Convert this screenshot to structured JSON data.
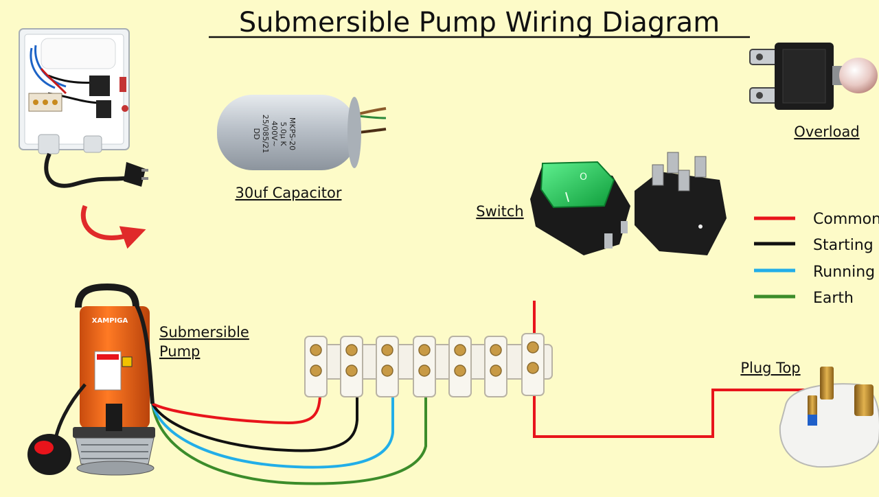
{
  "title": "Submersible Pump Wiring Diagram",
  "labels": {
    "capacitor": "30uf Capacitor",
    "overload": "Overload",
    "switch": "Switch",
    "pump_line1": "Submersible",
    "pump_line2": "Pump",
    "plug": "Plug Top"
  },
  "capacitor_print": [
    "MKPS-20",
    "5.0µ K",
    "400V~",
    "25/085/21",
    "DD"
  ],
  "pump_brand": "XAMPIGA",
  "legend": [
    {
      "label": "Common",
      "color": "#E8141B"
    },
    {
      "label": "Starting",
      "color": "#111111"
    },
    {
      "label": "Running",
      "color": "#22AEE8"
    },
    {
      "label": "Earth",
      "color": "#3C8C2A"
    }
  ],
  "colors": {
    "background": "#FDFBC8",
    "common": "#E8141B",
    "starting": "#111111",
    "running": "#22AEE8",
    "earth": "#3C8C2A",
    "pump_body": "#F26A1B",
    "switch_green": "#1ED35A",
    "terminal": "#F4F1E8"
  },
  "icons": [
    "control-box-icon",
    "capacitor-icon",
    "overload-breaker-icon",
    "rocker-switch-icon",
    "submersible-pump-icon",
    "terminal-block-icon",
    "plug-top-icon",
    "curved-arrow-icon"
  ]
}
